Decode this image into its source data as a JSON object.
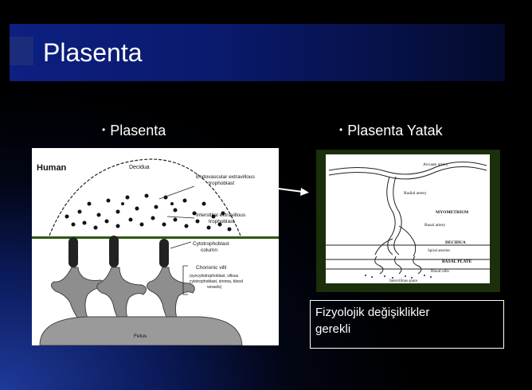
{
  "slide": {
    "title": "Plasenta"
  },
  "bullets": [
    {
      "text": "Plasenta"
    },
    {
      "text": "Plasenta Yatak"
    }
  ],
  "left_diagram": {
    "human": "Human",
    "decidua": "Decidua",
    "endo": "Endovascular extravillous",
    "endo2": "trophoblast",
    "inter": "Interstitial extravillous",
    "inter2": "trophoblast",
    "cyto": "Cytotrophoblast",
    "cyto2": "column",
    "villi": "Chorionic villi",
    "villi2": "(syncytiotrophoblast, villous",
    "villi3": "cytotrophoblast, stroma, blood",
    "villi4": "vessels)",
    "fetus": "Fetus"
  },
  "right_diagram": {
    "arcuate": "Arcuate artery",
    "radial": "Radial artery",
    "myometrium": "MYOMETRIUM",
    "basal_artery": "Basal artery",
    "decidua": "DECIDUA",
    "spiral": "Spiral arteries",
    "basal_plate": "BASAL PLATE",
    "blood": "Blood cells",
    "intervillous": "Intervillous space"
  },
  "caption": {
    "line1": "Fizyolojik değişiklikler",
    "line2": "gerekli"
  }
}
